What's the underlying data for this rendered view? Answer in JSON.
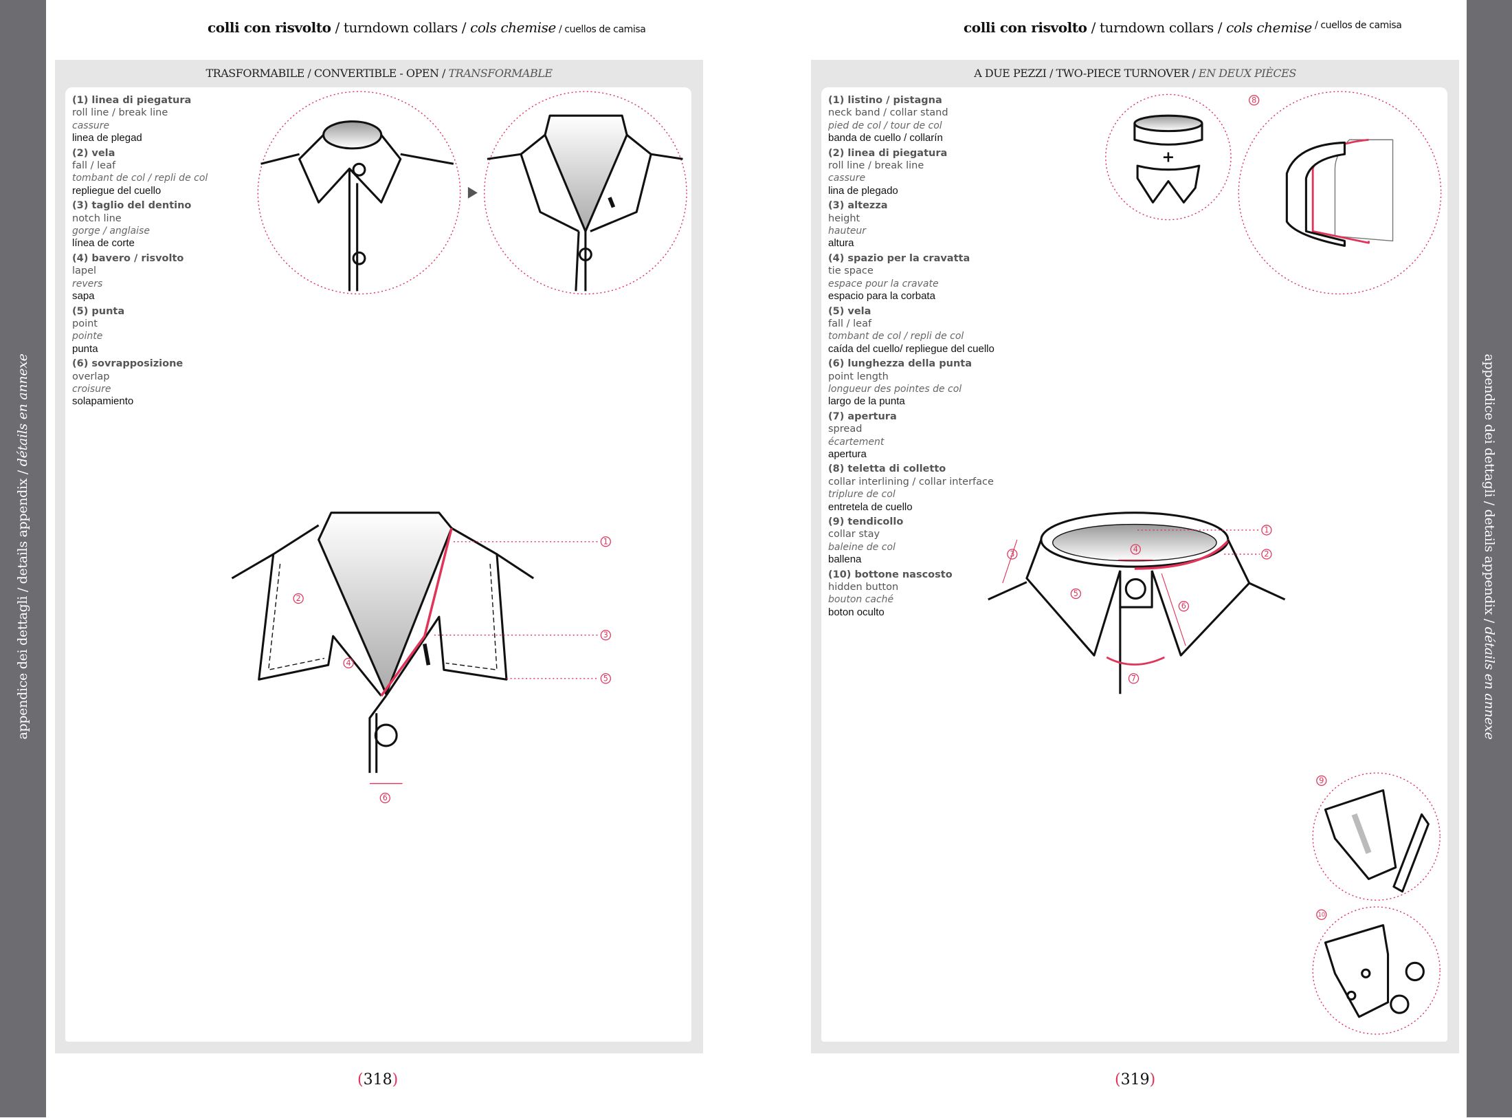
{
  "side_text": {
    "regular": "appendice dei dettagli / details appendix / ",
    "italic": "détails en annexe"
  },
  "header": {
    "it": "colli con risvolto",
    "en": " / turndown collars / ",
    "fr": "cols chemise",
    "es": " / cuellos de camisa"
  },
  "left_panel": {
    "title": "TRASFORMABILE / CONVERTIBLE - OPEN / ",
    "title_italic": "TRANSFORMABLE",
    "items": [
      {
        "it": "(1) linea di piegatura",
        "en": "roll line / break line",
        "fr": "cassure",
        "es": "linea de plegad"
      },
      {
        "it": "(2) vela",
        "en": "fall / leaf",
        "fr": "tombant de col / repli de col",
        "es": "repliegue del cuello"
      },
      {
        "it": "(3) taglio del dentino",
        "en": "notch line",
        "fr": "gorge / anglaise",
        "es": "línea de corte"
      },
      {
        "it": "(4) bavero / risvolto",
        "en": "lapel",
        "fr": "revers",
        "es": "sapa"
      },
      {
        "it": "(5) punta",
        "en": "point",
        "fr": "pointe",
        "es": "punta"
      },
      {
        "it": "(6) sovrapposizione",
        "en": "overlap",
        "fr": "croisure",
        "es": "solapamiento"
      }
    ],
    "callouts": [
      "1",
      "2",
      "3",
      "4",
      "5",
      "6"
    ],
    "page_number": "318"
  },
  "right_panel": {
    "title": "A DUE PEZZI / TWO-PIECE TURNOVER / ",
    "title_italic": "EN DEUX PIÈCES",
    "items": [
      {
        "it": "(1) listino / pistagna",
        "en": "neck band / collar stand",
        "fr": "pied de col / tour de col",
        "es": "banda de cuello / collarín"
      },
      {
        "it": "(2) linea di piegatura",
        "en": "roll line / break line",
        "fr": "cassure",
        "es": "lina de plegado"
      },
      {
        "it": "(3) altezza",
        "en": "height",
        "fr": "hauteur",
        "es": "altura"
      },
      {
        "it": "(4) spazio per la cravatta",
        "en": "tie space",
        "fr": "espace pour la cravate",
        "es": "espacio para la corbata"
      },
      {
        "it": "(5) vela",
        "en": "fall / leaf",
        "fr": "tombant de col / repli de col",
        "es": "caída del cuello/ repliegue del cuello"
      },
      {
        "it": "(6) lunghezza della punta",
        "en": "point length",
        "fr": "longueur des pointes de col",
        "es": "largo de la punta"
      },
      {
        "it": "(7) apertura",
        "en": "spread",
        "fr": "écartement",
        "es": "apertura"
      },
      {
        "it": "(8) teletta di colletto",
        "en": "collar interlining / collar interface",
        "fr": "triplure de col",
        "es": "entretela de cuello"
      },
      {
        "it": "(9) tendicollo",
        "en": "collar stay",
        "fr": "baleine de col",
        "es": "ballena"
      },
      {
        "it": "(10) bottone nascosto",
        "en": "hidden button",
        "fr": "bouton caché",
        "es": "boton oculto"
      }
    ],
    "callouts": [
      "1",
      "2",
      "3",
      "4",
      "5",
      "6",
      "7",
      "8",
      "9",
      "10"
    ],
    "plus_sign": "+",
    "page_number": "319"
  },
  "page_number_parens": [
    "(",
    ")"
  ],
  "colors": {
    "accent": "#e0345a",
    "sidebar": "#6d6c71",
    "panel": "#e6e6e7"
  }
}
